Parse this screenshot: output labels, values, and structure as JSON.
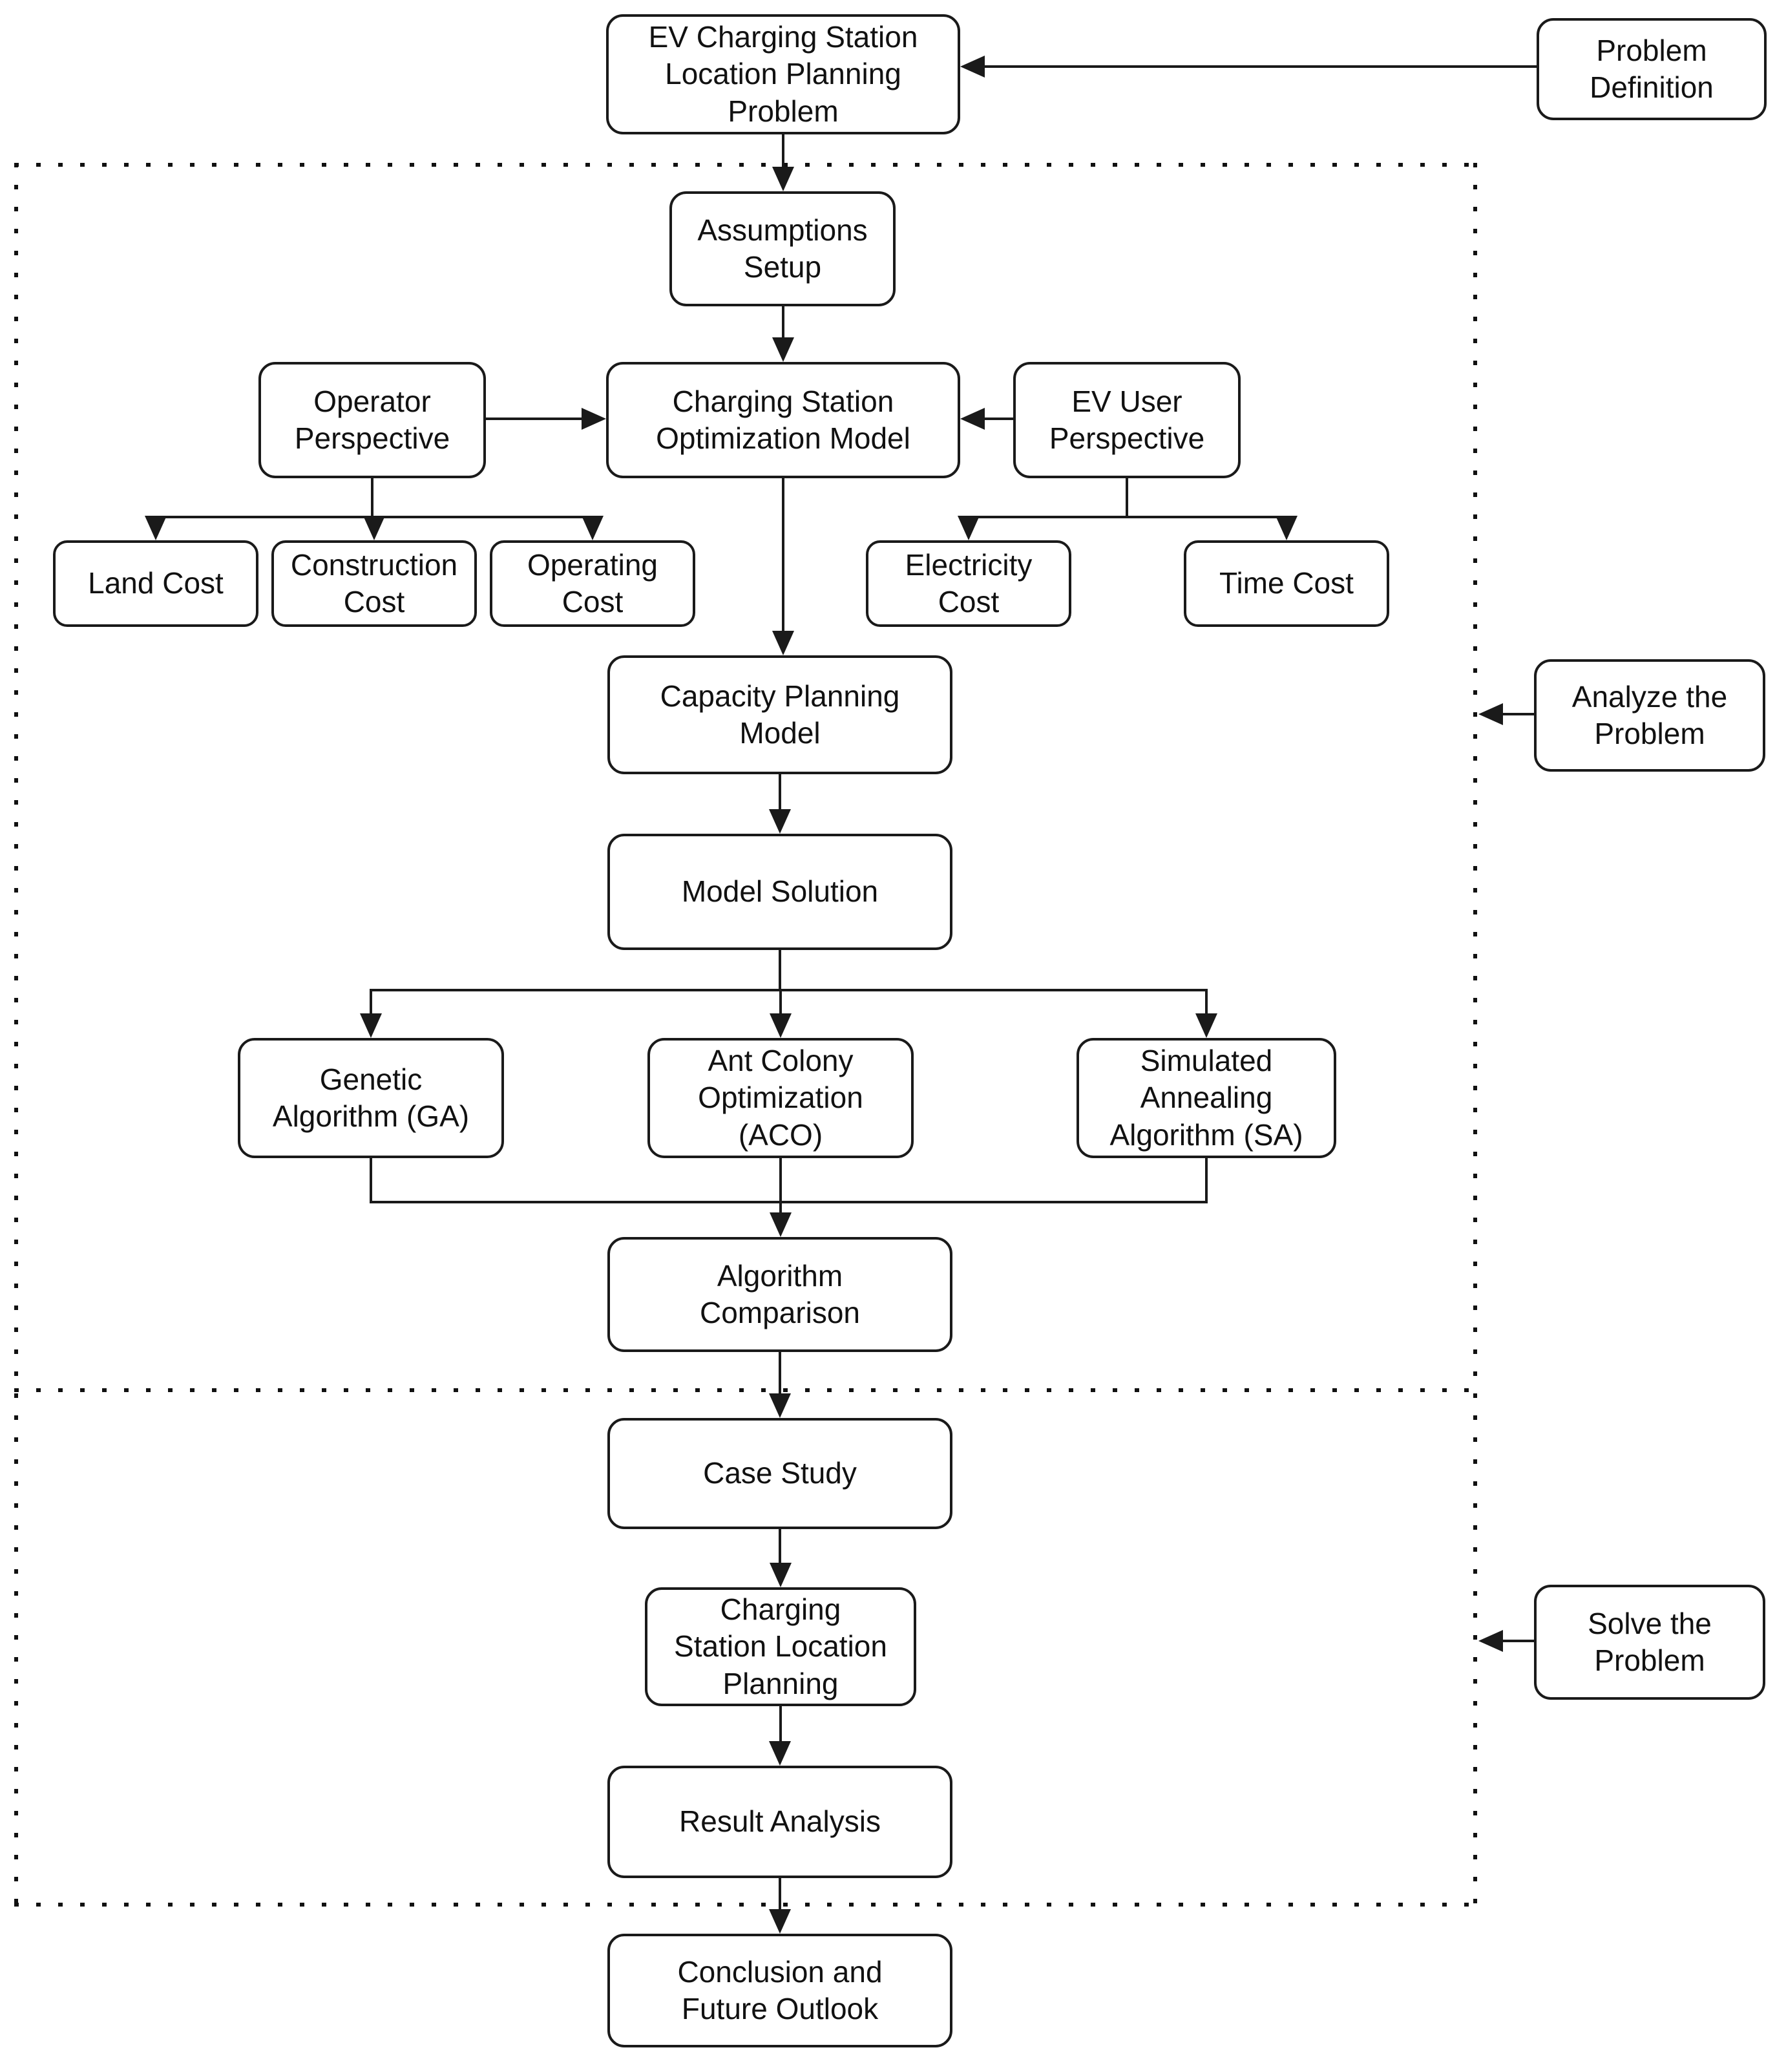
{
  "title": "EV Charging Station Location Planning Problem flowchart",
  "colors": {
    "stroke": "#1a1a1a",
    "background": "#ffffff",
    "text": "#111111"
  },
  "nodes": {
    "ev_problem": {
      "label": "EV Charging Station\nLocation Planning\nProblem"
    },
    "problem_definition": {
      "label": "Problem\nDefinition"
    },
    "assumptions_setup": {
      "label": "Assumptions\nSetup"
    },
    "operator_perspective": {
      "label": "Operator\nPerspective"
    },
    "cso_model": {
      "label": "Charging Station\nOptimization Model"
    },
    "ev_user_perspective": {
      "label": "EV User\nPerspective"
    },
    "land_cost": {
      "label": "Land Cost"
    },
    "construction_cost": {
      "label": "Construction\nCost"
    },
    "operating_cost": {
      "label": "Operating\nCost"
    },
    "electricity_cost": {
      "label": "Electricity\nCost"
    },
    "time_cost": {
      "label": "Time Cost"
    },
    "capacity_model": {
      "label": "Capacity Planning\nModel"
    },
    "model_solution": {
      "label": "Model Solution"
    },
    "ga": {
      "label": "Genetic\nAlgorithm (GA)"
    },
    "aco": {
      "label": "Ant Colony\nOptimization\n(ACO)"
    },
    "sa": {
      "label": "Simulated\nAnnealing\nAlgorithm (SA)"
    },
    "algorithm_comparison": {
      "label": "Algorithm\nComparison"
    },
    "case_study": {
      "label": "Case Study"
    },
    "csl_planning": {
      "label": "Charging\nStation Location\nPlanning"
    },
    "result_analysis": {
      "label": "Result Analysis"
    },
    "conclusion": {
      "label": "Conclusion and\nFuture Outlook"
    },
    "analyze_problem": {
      "label": "Analyze the\nProblem"
    },
    "solve_problem": {
      "label": "Solve the\nProblem"
    }
  },
  "regions": {
    "analysis_region": {
      "border_style": "dotted",
      "contains": "assumptions through algorithm comparison"
    },
    "solution_region": {
      "border_style": "dotted",
      "contains": "case study through result analysis"
    }
  },
  "edges": [
    {
      "from": "problem_definition",
      "to": "ev_problem"
    },
    {
      "from": "ev_problem",
      "to": "assumptions_setup"
    },
    {
      "from": "assumptions_setup",
      "to": "cso_model"
    },
    {
      "from": "operator_perspective",
      "to": "cso_model"
    },
    {
      "from": "ev_user_perspective",
      "to": "cso_model"
    },
    {
      "from": "operator_perspective",
      "to": "land_cost"
    },
    {
      "from": "operator_perspective",
      "to": "construction_cost"
    },
    {
      "from": "operator_perspective",
      "to": "operating_cost"
    },
    {
      "from": "ev_user_perspective",
      "to": "electricity_cost"
    },
    {
      "from": "ev_user_perspective",
      "to": "time_cost"
    },
    {
      "from": "cso_model",
      "to": "capacity_model"
    },
    {
      "from": "capacity_model",
      "to": "model_solution"
    },
    {
      "from": "model_solution",
      "to": "ga"
    },
    {
      "from": "model_solution",
      "to": "aco"
    },
    {
      "from": "model_solution",
      "to": "sa"
    },
    {
      "from": "ga",
      "to": "algorithm_comparison"
    },
    {
      "from": "aco",
      "to": "algorithm_comparison"
    },
    {
      "from": "sa",
      "to": "algorithm_comparison"
    },
    {
      "from": "algorithm_comparison",
      "to": "case_study"
    },
    {
      "from": "case_study",
      "to": "csl_planning"
    },
    {
      "from": "csl_planning",
      "to": "result_analysis"
    },
    {
      "from": "result_analysis",
      "to": "conclusion"
    },
    {
      "from": "analyze_problem",
      "to": "analysis_region"
    },
    {
      "from": "solve_problem",
      "to": "solution_region"
    }
  ]
}
